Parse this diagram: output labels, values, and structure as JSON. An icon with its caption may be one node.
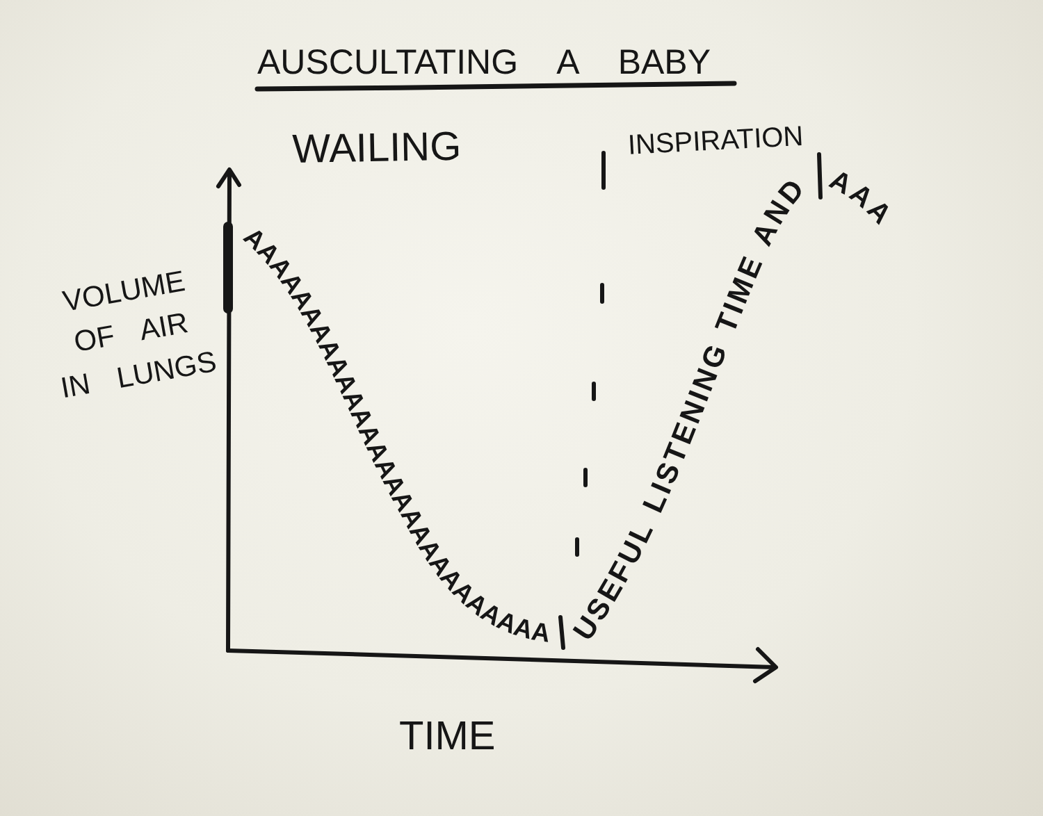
{
  "diagram": {
    "title": "AUSCULTATING A BABY",
    "labels": [
      "WAILING",
      "INSPIRATION",
      "VOLUME OF AIR IN LUNGS",
      "AAAAAAAAAAAAAAAAAAAAAAAAAAAA",
      "USEFUL",
      "LISTENING",
      "TIME",
      "AND",
      "AAA",
      "TIME"
    ]
  }
}
